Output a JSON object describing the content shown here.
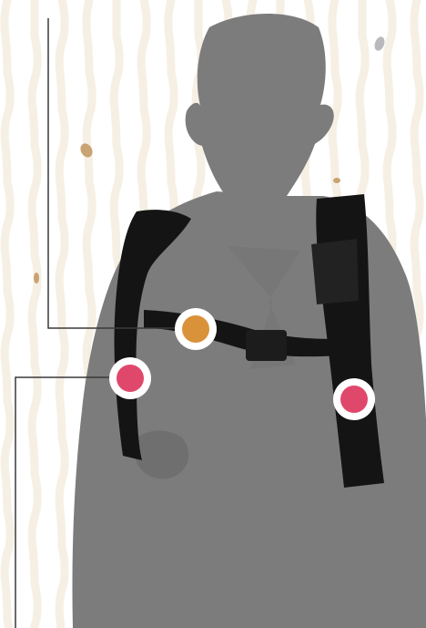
{
  "colors": {
    "background": "#ffffff",
    "texture": "#f6efe4",
    "silhouette": "#7c7c7c",
    "silhouette_dark": "#6f6f6f",
    "strap": "#141414",
    "strap_edge": "#262626",
    "leader_line": "#3a3a3a",
    "hotspot_orange": "#d9923a",
    "hotspot_pink": "#e0486b",
    "hotspot_ring": "#ffffff",
    "speck_brown": "#c9a372",
    "speck_grey": "#b9b9bd"
  },
  "hotspots": [
    {
      "id": "chest-strap",
      "color": "orange",
      "icon": "circle-marker-icon"
    },
    {
      "id": "left-shoulder-strap",
      "color": "pink",
      "icon": "circle-marker-icon"
    },
    {
      "id": "right-shoulder-strap",
      "color": "pink",
      "icon": "circle-marker-icon"
    }
  ]
}
